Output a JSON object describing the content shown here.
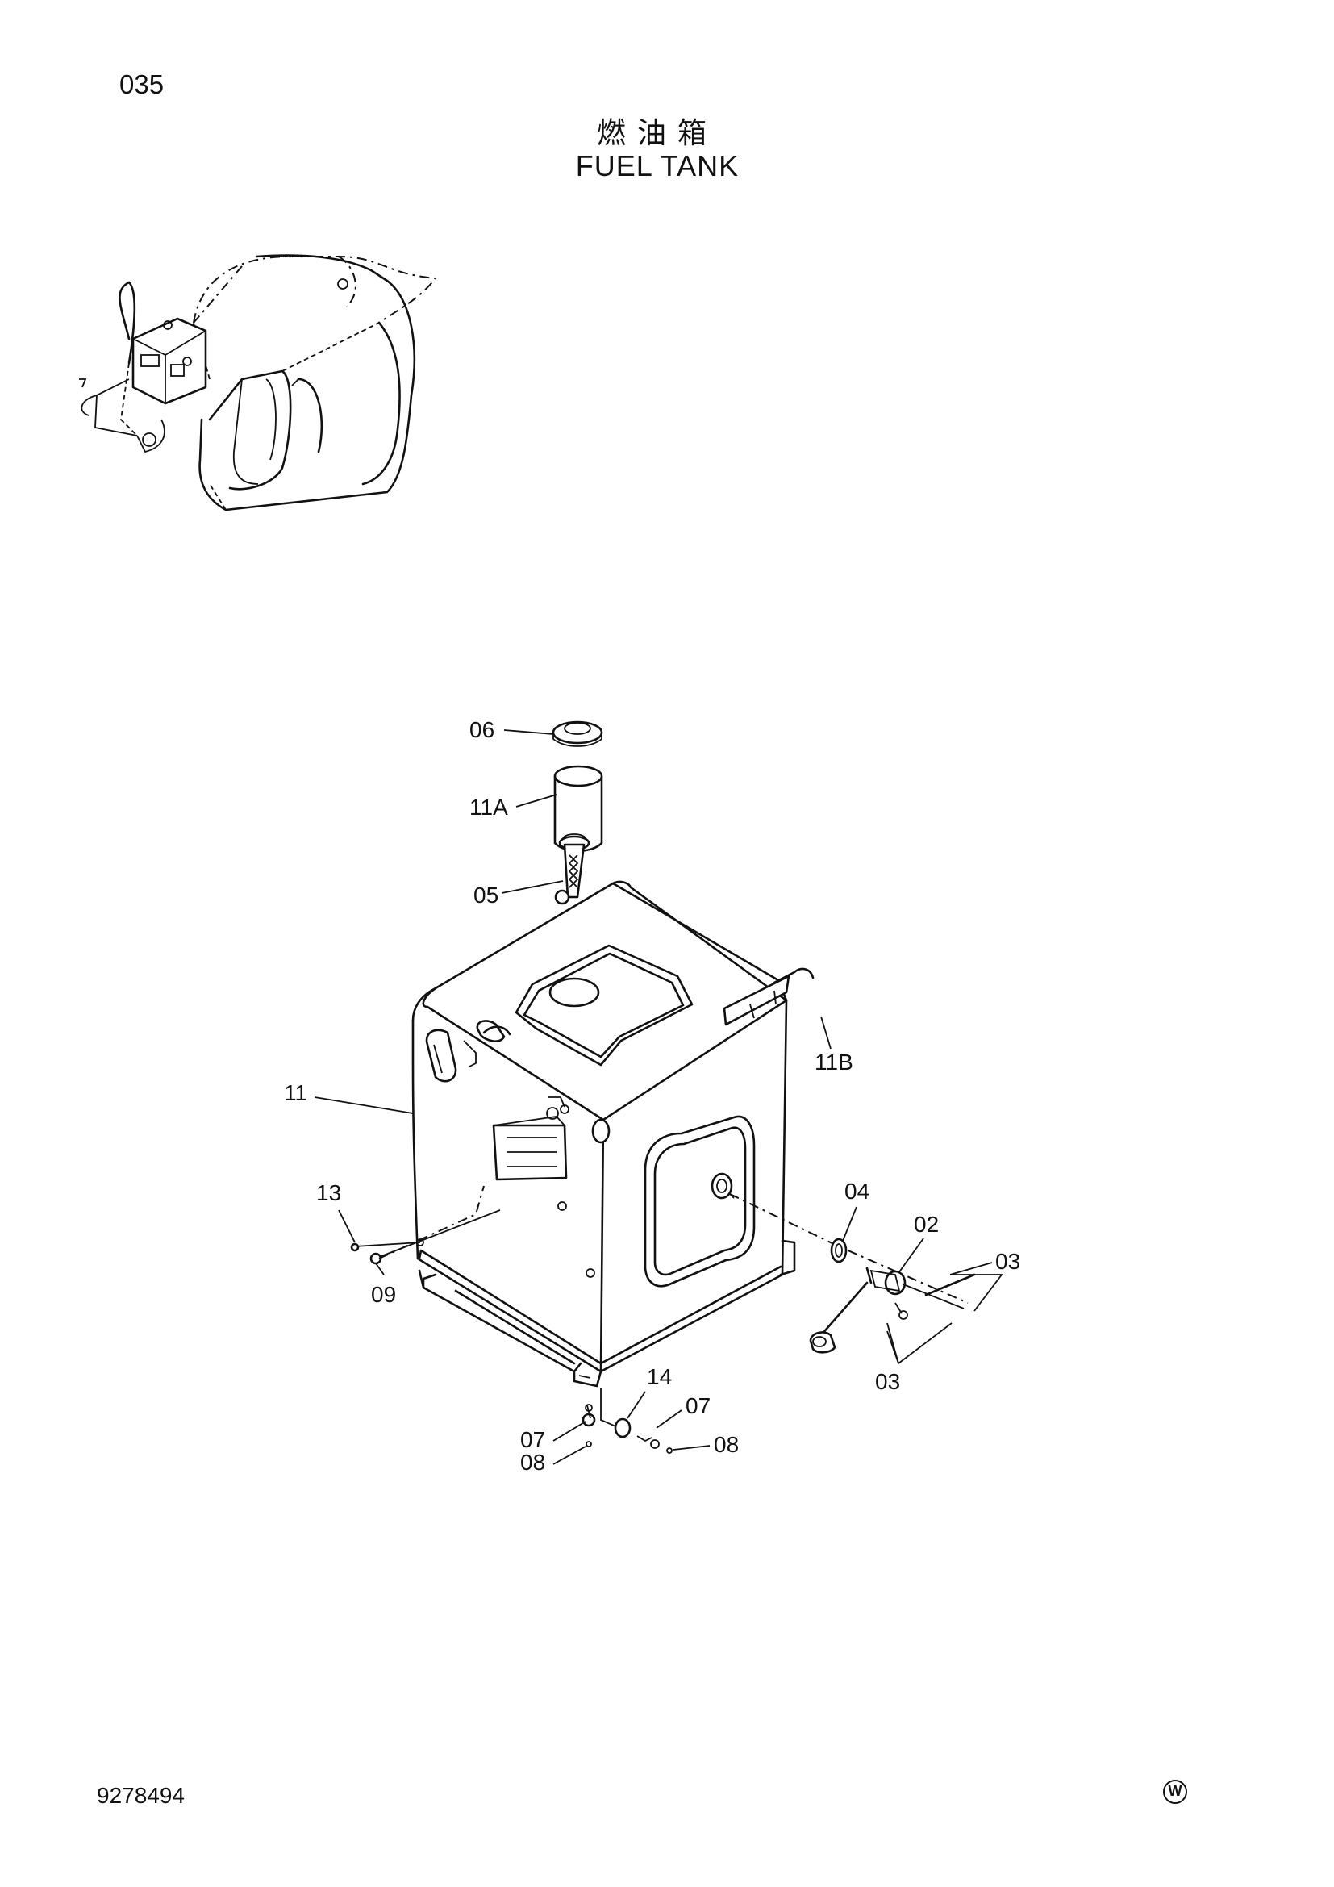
{
  "page": {
    "page_number": "035",
    "title_cn": "燃油箱",
    "title_en": "FUEL TANK",
    "document_number": "9278494",
    "corner_mark": "W"
  },
  "callouts": [
    {
      "id": "c-06",
      "text": "06"
    },
    {
      "id": "c-11A",
      "text": "11A"
    },
    {
      "id": "c-05",
      "text": "05"
    },
    {
      "id": "c-11",
      "text": "11"
    },
    {
      "id": "c-11B",
      "text": "11B"
    },
    {
      "id": "c-13",
      "text": "13"
    },
    {
      "id": "c-09",
      "text": "09"
    },
    {
      "id": "c-04",
      "text": "04"
    },
    {
      "id": "c-02",
      "text": "02"
    },
    {
      "id": "c-03-right",
      "text": "03"
    },
    {
      "id": "c-03-bottom",
      "text": "03"
    },
    {
      "id": "c-14",
      "text": "14"
    },
    {
      "id": "c-07-right",
      "text": "07"
    },
    {
      "id": "c-07-left",
      "text": "07"
    },
    {
      "id": "c-08-left",
      "text": "08"
    },
    {
      "id": "c-08-right",
      "text": "08"
    }
  ]
}
